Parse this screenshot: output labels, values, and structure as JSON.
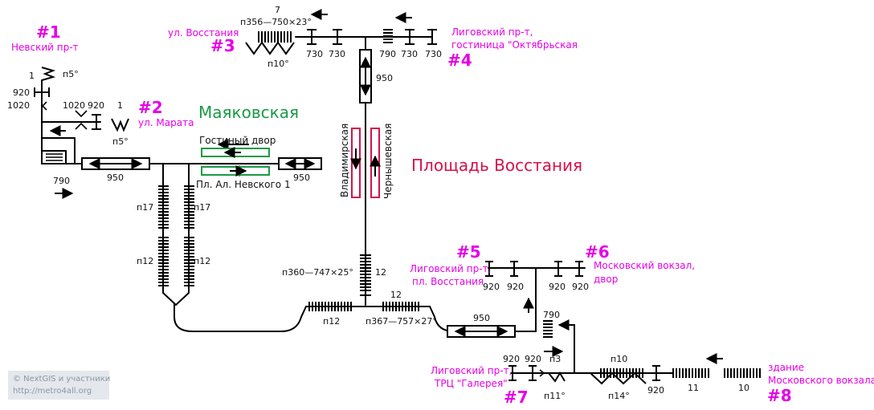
{
  "chart_data": {
    "type": "diagram",
    "stations": {
      "mayakovskaya": {
        "name": "Маяковская",
        "color": "#1a9a45"
      },
      "ploshchad": {
        "name": "Площадь Восстания",
        "color": "#d4114a"
      }
    },
    "platforms": {
      "gostiny": "Гостиный двор",
      "nevsky": "Пл. Ал. Невского 1",
      "vladimirskaya": "Владимирская",
      "chernyshevskaya": "Чернышевская"
    },
    "exits": [
      {
        "number": "#1",
        "text": [
          "Невский пр-т"
        ]
      },
      {
        "number": "#2",
        "text": [
          "ул. Марата"
        ]
      },
      {
        "number": "#3",
        "text": [
          "ул. Восстания"
        ]
      },
      {
        "number": "#4",
        "text": [
          "Лиговский пр-т,",
          "гостиница \"Октябрьская"
        ]
      },
      {
        "number": "#5",
        "text": [
          "Лиговский пр-т,",
          "пл. Восстания"
        ]
      },
      {
        "number": "#6",
        "text": [
          "Московский вокзал,",
          "двор"
        ]
      },
      {
        "number": "#7",
        "text": [
          "Лиговский пр-т,",
          "ТРЦ \"Галерея\""
        ]
      },
      {
        "number": "#8",
        "text": [
          "здание",
          "Московского вокзала"
        ]
      }
    ],
    "labels": {
      "e1_n1": "1",
      "e1_p5": "п5°",
      "e1_920": "920",
      "e1_1020": "1020",
      "e2_1020": "1020",
      "e2_920": "920",
      "e2_1": "1",
      "e2_p5": "п5°",
      "w_790": "790",
      "w_950": "950",
      "east_950": "950",
      "p17_left": "п17",
      "p17_right": "п17",
      "p12_left": "п12",
      "p12_right": "п12",
      "e3_7": "7",
      "e3_stair": "п356—750×23°",
      "e3_p10": "п10°",
      "e3_730a": "730",
      "e3_730b": "730",
      "e4_790": "790",
      "e4_730a": "730",
      "e4_730b": "730",
      "v_950": "950",
      "stair360": "п360—747×25°",
      "stair360_12": "12",
      "bot_p12": "п12",
      "stair367": "п367—757×27°",
      "top_12": "12",
      "b_950": "950",
      "b_790": "790",
      "e5_920a": "920",
      "e5_920b": "920",
      "e6_920a": "920",
      "e6_920b": "920",
      "e7_920a": "920",
      "e7_920b": "920",
      "e7_p3": "п3",
      "e7_p11": "п11°",
      "p10": "п10",
      "p14": "п14°",
      "e8_920": "920",
      "n11": "11",
      "n10": "10"
    }
  },
  "credit": {
    "line1": "© NextGIS и участники",
    "line2": "http://metro4all.org"
  }
}
